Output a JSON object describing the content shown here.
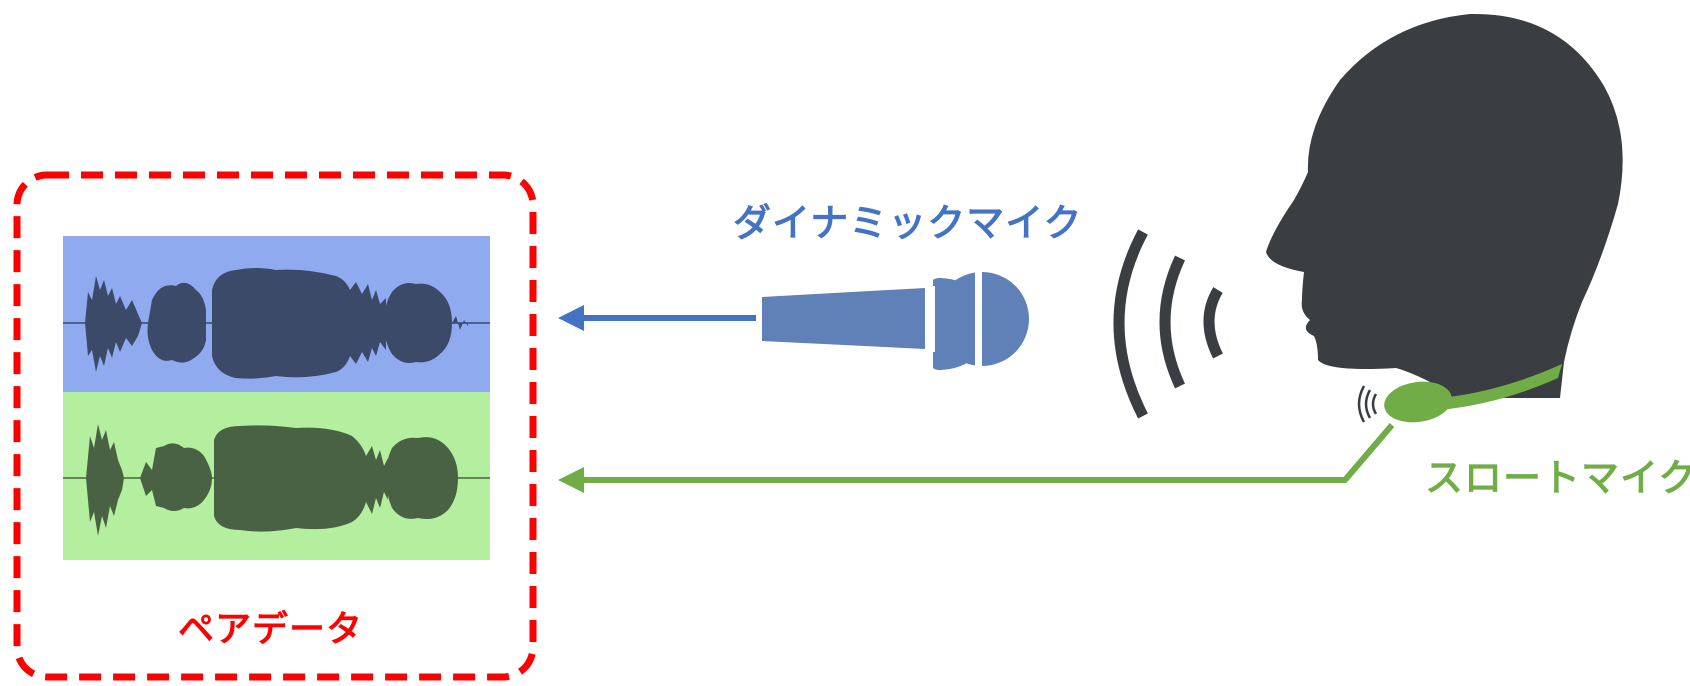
{
  "labels": {
    "dynamic_mic": "ダイナミックマイク",
    "throat_mic": "スロートマイク",
    "pair_data": "ペアデータ"
  },
  "colors": {
    "dynamic_blue": "#4472c4",
    "mic_body_blue": "#6080b8",
    "throat_green": "#70ad47",
    "pair_red": "#ff0000",
    "head_dark": "#3a3d42",
    "panel_blue_bg": "#8faaee",
    "panel_green_bg": "#b4ee9f",
    "wave_blue": "#3c4a6a",
    "wave_green": "#4a6244"
  },
  "icons": {
    "head": "head-silhouette-icon",
    "dynamic_mic": "dynamic-microphone-icon",
    "throat_mic": "throat-microphone-icon",
    "sound_waves": "sound-waves-icon"
  }
}
